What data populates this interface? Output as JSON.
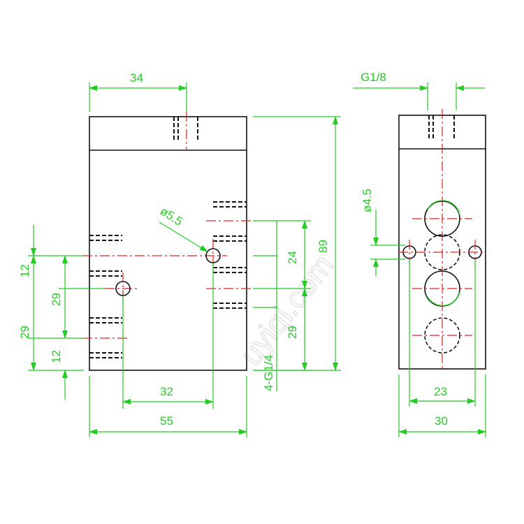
{
  "watermark": "uyiqi.com",
  "front_view": {
    "dim_top": "34",
    "dim_hole": "ø5.5",
    "dim_24": "24",
    "dim_89": "89",
    "dim_29_right": "29",
    "dim_ports": "4-G1/4",
    "dim_32": "32",
    "dim_55": "55",
    "dim_12_top": "12",
    "dim_29_mid": "29",
    "dim_29_left": "29",
    "dim_12_bottom": "12"
  },
  "side_view": {
    "dim_top": "G1/8",
    "dim_hole": "ø4.5",
    "dim_23": "23",
    "dim_30": "30"
  },
  "colors": {
    "dimension": "#22cc22",
    "centerline": "#e02020",
    "outline": "#111111"
  }
}
